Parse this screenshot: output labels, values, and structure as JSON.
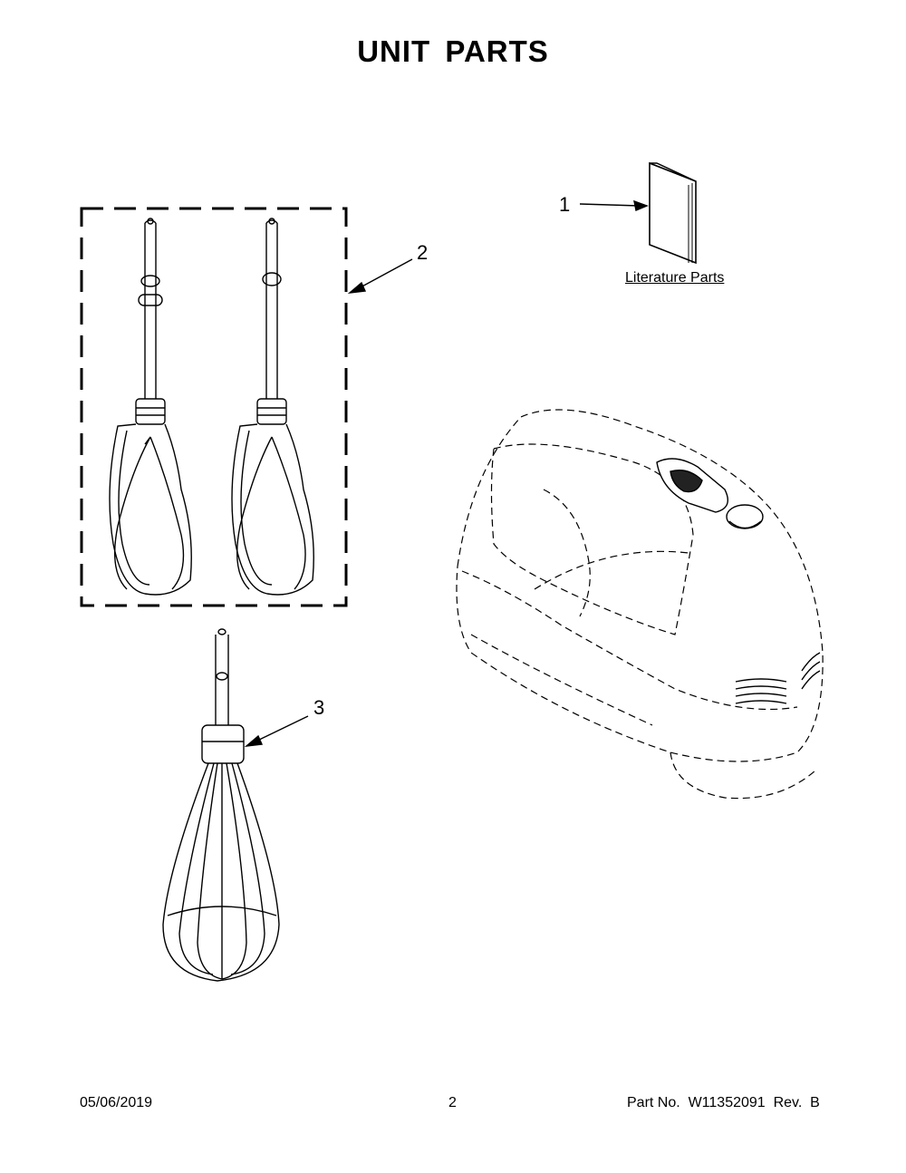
{
  "page": {
    "title": "UNIT PARTS"
  },
  "callouts": [
    {
      "number": "1",
      "part": "literature"
    },
    {
      "number": "2",
      "part": "beaters"
    },
    {
      "number": "3",
      "part": "whisk"
    }
  ],
  "literature_label": "Literature Parts",
  "footer": {
    "date": "05/06/2019",
    "page_number": "2",
    "part_number": "Part No.  W11352091  Rev.  B"
  }
}
